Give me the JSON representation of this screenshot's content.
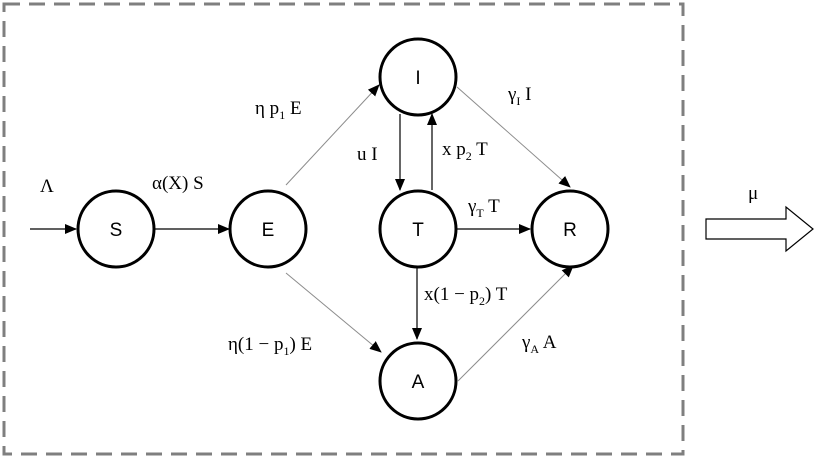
{
  "nodes": {
    "S": "S",
    "E": "E",
    "I": "I",
    "T": "T",
    "R": "R",
    "A": "A"
  },
  "labels": {
    "inflow": "Λ",
    "s_to_e": "α(X) S",
    "e_to_i": {
      "pre": "η p",
      "sub": "1",
      "post": " E"
    },
    "e_to_a": {
      "pre": "η(1 − p",
      "sub": "1",
      "post": ") E"
    },
    "i_to_t": "u I",
    "t_to_i": {
      "pre": "x p",
      "sub": "2",
      "post": " T"
    },
    "t_to_a": {
      "pre": "x(1 − p",
      "sub": "2",
      "post": ") T"
    },
    "i_to_r": {
      "pre": "γ",
      "sub": "I",
      "post": " I"
    },
    "t_to_r": {
      "pre": "γ",
      "sub": "T",
      "post": " T"
    },
    "a_to_r": {
      "pre": "γ",
      "sub": "A",
      "post": " A"
    },
    "outflow": "μ"
  },
  "colors": {
    "box_border": "#7f7f7f",
    "edge_gray": "#8c8c8c",
    "edge_black": "#000000"
  }
}
